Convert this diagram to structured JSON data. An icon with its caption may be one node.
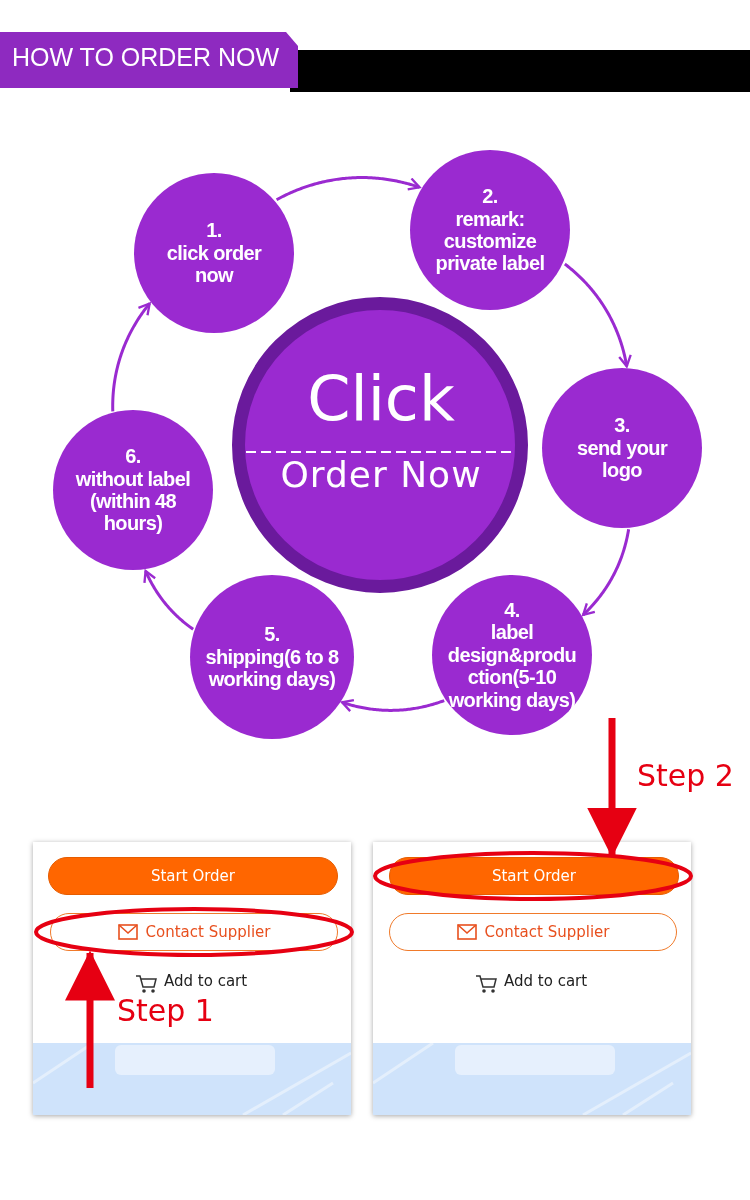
{
  "diagram": {
    "title": "HOW TO ORDER NOW",
    "nodes": [
      {
        "text": [
          "Click",
          "Order Now"
        ]
      },
      {
        "text": [
          "1.",
          "click order now"
        ]
      },
      {
        "text": [
          "2.",
          "remark: customize private label"
        ]
      },
      {
        "text": [
          "3.",
          "send your logo"
        ]
      },
      {
        "text": [
          "4.",
          "label design&production(5-10 working days)"
        ]
      },
      {
        "text": [
          "5.",
          "shipping(6 to 8 working days)"
        ]
      },
      {
        "text": [
          "6.",
          "without label (within 48 hours)"
        ]
      },
      {
        "text": [
          "Start Order"
        ]
      },
      {
        "text": [
          "Contact Supplier"
        ]
      },
      {
        "text": [
          "Start Order"
        ]
      },
      {
        "text": [
          "Contact Supplier"
        ]
      }
    ],
    "edges": [
      {
        "from": 1,
        "to": 2,
        "arrow": "to"
      },
      {
        "from": 2,
        "to": 3,
        "arrow": "to"
      },
      {
        "from": 3,
        "to": 4,
        "arrow": "to"
      },
      {
        "from": 4,
        "to": 5,
        "arrow": "to"
      },
      {
        "from": 5,
        "to": 6,
        "arrow": "to"
      },
      {
        "from": 6,
        "to": 1,
        "arrow": "to"
      },
      {
        "from": null,
        "to": 8,
        "arrow": "to",
        "style": "thick",
        "color": "#e60012"
      },
      {
        "from": null,
        "to": 9,
        "arrow": "to",
        "style": "thick",
        "color": "#e60012"
      }
    ],
    "labels": [
      "Step 2",
      "Add to cart",
      "Add to cart",
      "Step 1"
    ]
  }
}
